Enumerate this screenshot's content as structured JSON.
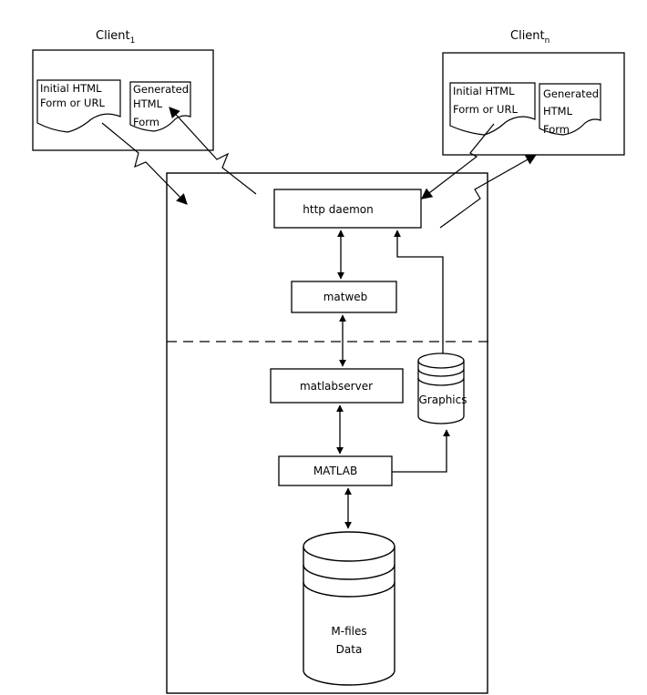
{
  "clients": {
    "left": {
      "label": "Client",
      "subscript": "1"
    },
    "right": {
      "label": "Client",
      "subscript": "n"
    }
  },
  "documents": {
    "initial": [
      "Initial HTML",
      "Form or URL"
    ],
    "generated": [
      "Generated",
      "HTML",
      "Form"
    ]
  },
  "server": {
    "http_daemon": "http daemon",
    "matweb": "matweb",
    "matlabserver": "matlabserver",
    "matlab": "MATLAB",
    "graphics": "Graphics",
    "mfiles": [
      "M-files",
      "Data"
    ]
  }
}
